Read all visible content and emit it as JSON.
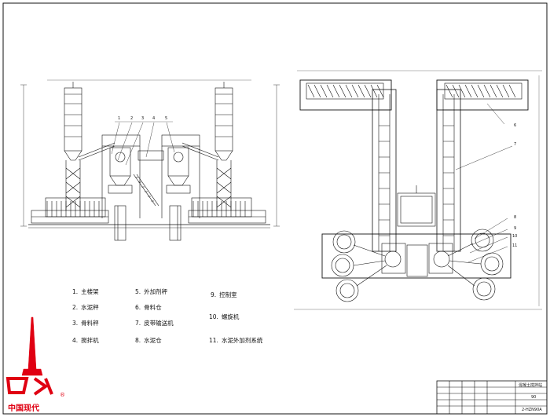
{
  "legend": [
    {
      "no": "1.",
      "text": "主楼架"
    },
    {
      "no": "2.",
      "text": "水泥秤"
    },
    {
      "no": "3.",
      "text": "骨料秤"
    },
    {
      "no": "4.",
      "text": "搅拌机"
    },
    {
      "no": "5.",
      "text": "外加剂秤"
    },
    {
      "no": "6.",
      "text": "骨料仓"
    },
    {
      "no": "7.",
      "text": "皮带输送机"
    },
    {
      "no": "8.",
      "text": "水泥仓"
    },
    {
      "no": "9.",
      "text": "控制室"
    },
    {
      "no": "10.",
      "text": "螺旋机"
    },
    {
      "no": "11.",
      "text": "水泥外加剂系统"
    }
  ],
  "callouts_left": [
    "1",
    "2",
    "3",
    "4",
    "5"
  ],
  "callouts_right": [
    "6",
    "7",
    "8",
    "9",
    "10",
    "11"
  ],
  "title_block": {
    "name": "混凝土搅拌站",
    "model": "90",
    "code": "2-HZN90A"
  },
  "brand": {
    "name": "中国现代",
    "reg_mark": "®",
    "color": "#e00012"
  }
}
